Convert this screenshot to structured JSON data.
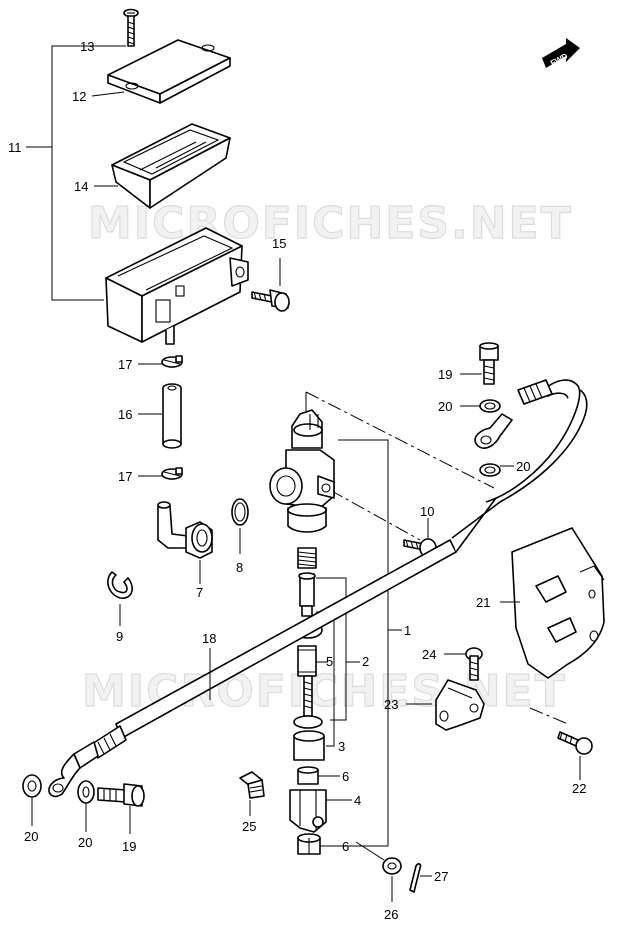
{
  "watermark": "MICROFICHES.NET",
  "fwd_label": "FWD",
  "callouts": {
    "c1": "1",
    "c2": "2",
    "c3": "3",
    "c4": "4",
    "c5": "5",
    "c6a": "6",
    "c6b": "6",
    "c7": "7",
    "c8": "8",
    "c9": "9",
    "c10": "10",
    "c11": "11",
    "c12": "12",
    "c13": "13",
    "c14": "14",
    "c15": "15",
    "c16": "16",
    "c17a": "17",
    "c17b": "17",
    "c18": "18",
    "c19a": "19",
    "c19b": "19",
    "c20a": "20",
    "c20b": "20",
    "c20c": "20",
    "c20d": "20",
    "c21": "21",
    "c22": "22",
    "c23": "23",
    "c24": "24",
    "c25": "25",
    "c26": "26",
    "c27": "27"
  }
}
